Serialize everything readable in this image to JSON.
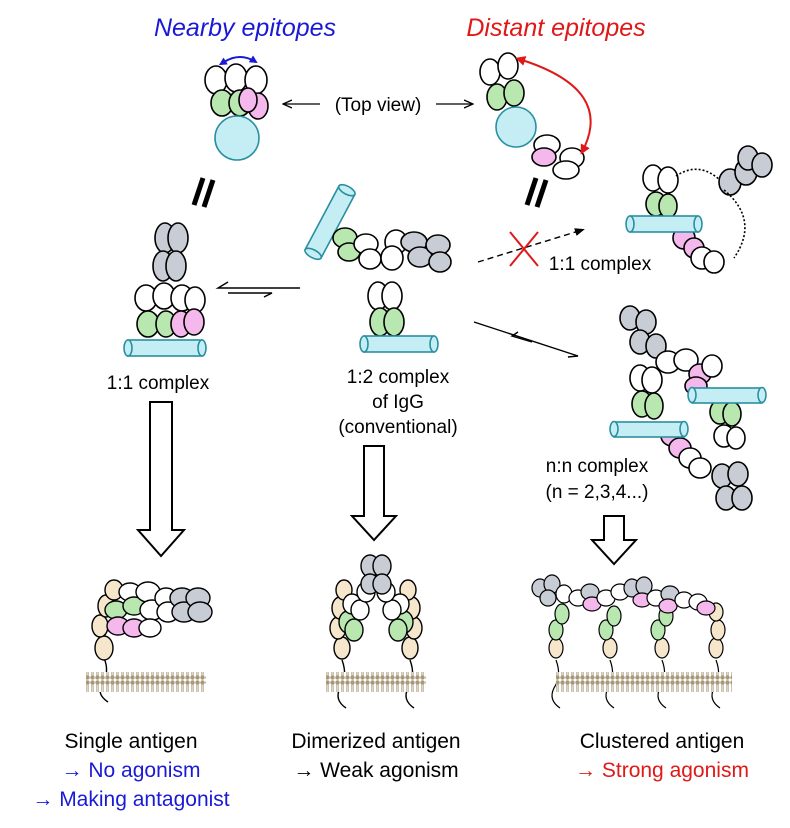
{
  "headings": {
    "nearby": "Nearby epitopes",
    "distant": "Distant epitopes"
  },
  "labels": {
    "top_view": "(Top view)",
    "complex_1_1_left": "1:1 complex",
    "complex_1_1_right": "1:1 complex",
    "complex_1_2_line1": "1:2 complex",
    "complex_1_2_line2": "of IgG",
    "complex_1_2_line3": "(conventional)",
    "complex_nn_line1": "n:n complex",
    "complex_nn_line2": "(n = 2,3,4...)"
  },
  "outcomes": {
    "single": {
      "title": "Single antigen",
      "line1": "→ No agonism",
      "line2": "→ Making antagonist"
    },
    "dimer": {
      "title": "Dimerized antigen",
      "line1": "→ Weak agonism"
    },
    "cluster": {
      "title": "Clustered antigen",
      "line1": "→ Strong agonism"
    }
  },
  "colors": {
    "blue": "#1a1ad6",
    "red": "#e01818",
    "green": "#b8e8b0",
    "pink": "#f4b8ec",
    "gray": "#c8ccd4",
    "cyan": "#c4eef4",
    "cyan_stroke": "#2a8fa0",
    "beige": "#f6e6cc",
    "membrane": "#a89878"
  }
}
